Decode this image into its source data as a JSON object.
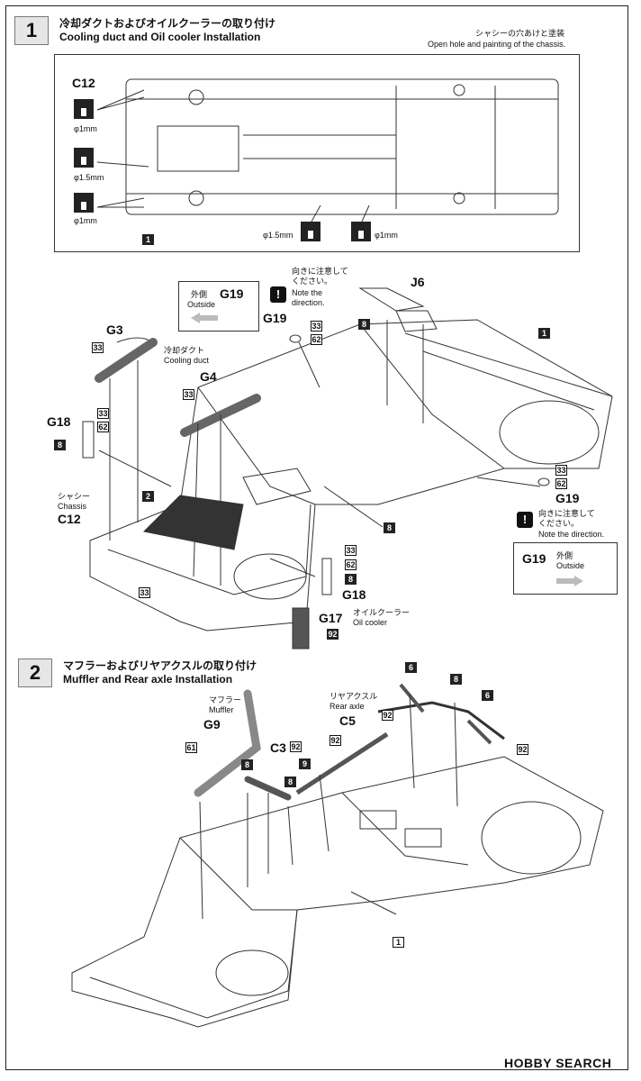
{
  "step1": {
    "number": "1",
    "title_jp": "冷却ダクトおよびオイルクーラーの取り付け",
    "title_en": "Cooling duct and Oil cooler Installation",
    "note_jp": "シャシーの穴あけと塗装",
    "note_en": "Open hole and painting of the chassis.",
    "chassis_part": "C12",
    "hole_1mm": "φ1mm",
    "hole_15mm": "φ1.5mm",
    "chassis_ref": "1",
    "parts": {
      "G3": "G3",
      "G4": "G4",
      "G18": "G18",
      "G19": "G19",
      "J6": "J6",
      "C12": "C12",
      "G17": "G17"
    },
    "cooling_duct_jp": "冷却ダクト",
    "cooling_duct_en": "Cooling duct",
    "chassis_jp": "シャシー",
    "chassis_en": "Chassis",
    "oil_cooler_jp": "オイルクーラー",
    "oil_cooler_en": "Oil cooler",
    "direction_jp_1": "向きに注意して",
    "direction_jp_2": "ください。",
    "direction_en_1": "Note the",
    "direction_en_2": "direction.",
    "direction_en_single": "Note the direction.",
    "outside_jp": "外側",
    "outside_en": "Outside",
    "colors": [
      "33",
      "62",
      "8",
      "92",
      "2"
    ]
  },
  "step2": {
    "number": "2",
    "title_jp": "マフラーおよびリヤアクスルの取り付け",
    "title_en": "Muffler and Rear axle Installation",
    "muffler_jp": "マフラー",
    "muffler_en": "Muffler",
    "muffler_part": "G9",
    "rear_axle_jp": "リヤアクスル",
    "rear_axle_en": "Rear axle",
    "rear_axle_part": "C5",
    "c3_part": "C3",
    "chassis_ref": "1",
    "colors": [
      "61",
      "92",
      "8",
      "9",
      "6"
    ]
  },
  "footer": {
    "logo": "HOBBY SEARCH"
  }
}
